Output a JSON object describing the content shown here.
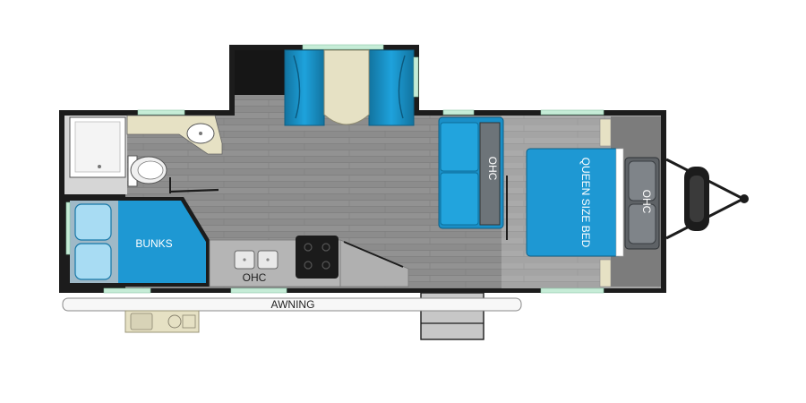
{
  "floorplan": {
    "labels": {
      "bunks": "BUNKS",
      "queen_bed": "QUEEN SIZE BED",
      "ohc_bedroom": "OHC",
      "ohc_dinette": "OHC",
      "ohc_kitchen": "OHC",
      "awning": "AWNING"
    },
    "colors": {
      "wall": "#1c1c1c",
      "floor": "#8a8a8a",
      "floor_line": "#9a9a9a",
      "blue": "#1f9ad6",
      "blue_dark": "#12739f",
      "tan": "#e6e1c4",
      "counter": "#b5b5b5",
      "window": "#bfe8d2"
    }
  }
}
